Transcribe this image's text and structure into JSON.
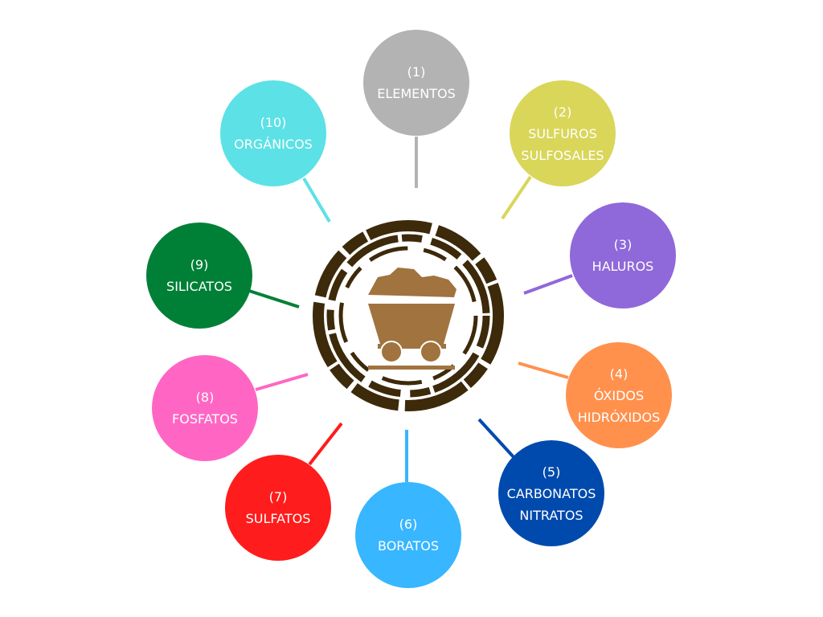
{
  "center": {
    "icon": "mine-cart-icon",
    "ring_color": "#3d2a0a",
    "cart_color": "#a0733f"
  },
  "nodes": [
    {
      "number": "(1)",
      "lines": [
        "ELEMENTOS"
      ],
      "color": "#b3b3b3"
    },
    {
      "number": "(2)",
      "lines": [
        "SULFUROS",
        "SULFOSALES"
      ],
      "color": "#d9d65a"
    },
    {
      "number": "(3)",
      "lines": [
        "HALUROS"
      ],
      "color": "#8f68d9"
    },
    {
      "number": "(4)",
      "lines": [
        "ÓXIDOS",
        "HIDRÓXIDOS"
      ],
      "color": "#ff914d"
    },
    {
      "number": "(5)",
      "lines": [
        "CARBONATOS",
        "NITRATOS"
      ],
      "color": "#004aad"
    },
    {
      "number": "(6)",
      "lines": [
        "BORATOS"
      ],
      "color": "#38b6ff"
    },
    {
      "number": "(7)",
      "lines": [
        "SULFATOS"
      ],
      "color": "#ff1c1c"
    },
    {
      "number": "(8)",
      "lines": [
        "FOSFATOS"
      ],
      "color": "#ff66c4"
    },
    {
      "number": "(9)",
      "lines": [
        "SILICATOS"
      ],
      "color": "#008037"
    },
    {
      "number": "(10)",
      "lines": [
        "ORGÁNICOS"
      ],
      "color": "#5ce1e6"
    }
  ]
}
